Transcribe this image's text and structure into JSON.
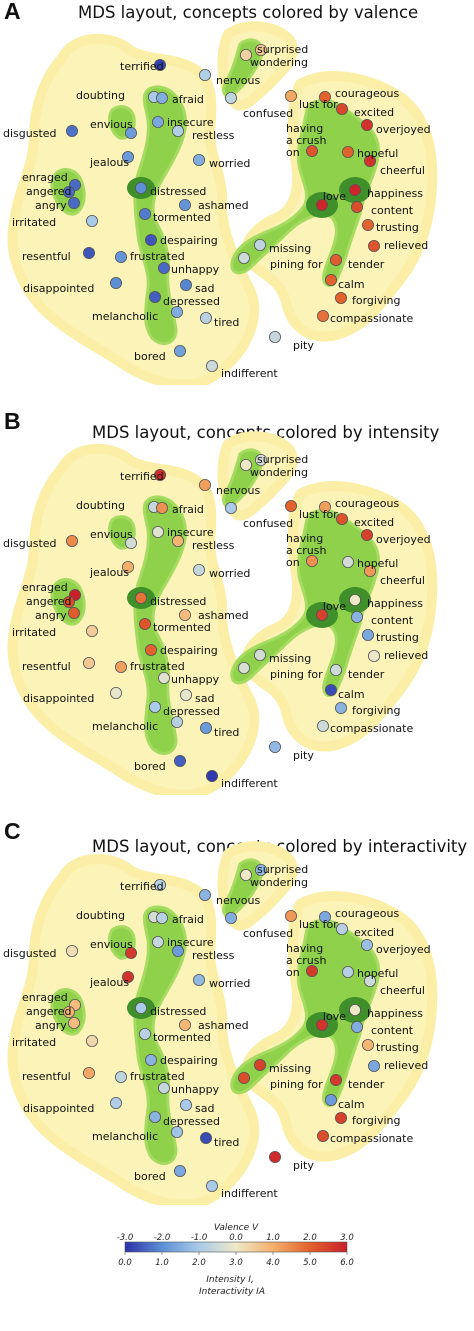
{
  "panels": [
    {
      "letter": "A",
      "title": "MDS layout, concepts colored by valence",
      "metric": "valence"
    },
    {
      "letter": "B",
      "title": "MDS layout, concepts colored by intensity",
      "metric": "intensity"
    },
    {
      "letter": "C",
      "title": "MDS layout, concepts colored by interactivity",
      "metric": "interactivity"
    }
  ],
  "colorbar": {
    "title": "Valence V",
    "top_ticks": [
      "-3.0",
      "-2.0",
      "-1.0",
      "0.0",
      "1.0",
      "2.0",
      "3.0"
    ],
    "bottom_ticks": [
      "0.0",
      "1.0",
      "2.0",
      "3.0",
      "4.0",
      "5.0",
      "6.0"
    ],
    "subtitle_1": "Intensity I,",
    "subtitle_2": "Interactivity IA",
    "colors": [
      "#2b2fa8",
      "#5b8fd6",
      "#a9cbe9",
      "#eee8c8",
      "#f4b06a",
      "#e2612d",
      "#c9202a"
    ]
  },
  "chart_data": [
    {
      "type": "scatter",
      "title": "MDS layout, concepts colored by valence",
      "color_scale": "Valence V, -3.0 to 3.0",
      "points": [
        {
          "label": "terrified",
          "value": -2.8
        },
        {
          "label": "surprised",
          "value": 0.4
        },
        {
          "label": "wondering",
          "value": 0.6
        },
        {
          "label": "nervous",
          "value": -0.9
        },
        {
          "label": "doubting",
          "value": -1.0
        },
        {
          "label": "afraid",
          "value": -1.5
        },
        {
          "label": "confused",
          "value": -0.7
        },
        {
          "label": "lust for",
          "value": 1.1
        },
        {
          "label": "courageous",
          "value": 2.0
        },
        {
          "label": "disgusted",
          "value": -2.3
        },
        {
          "label": "envious",
          "value": -1.8
        },
        {
          "label": "insecure",
          "value": -1.6
        },
        {
          "label": "restless",
          "value": -0.9
        },
        {
          "label": "having a crush on",
          "value": 2.2
        },
        {
          "label": "excited",
          "value": 2.4
        },
        {
          "label": "overjoyed",
          "value": 2.7
        },
        {
          "label": "jealous",
          "value": -1.8
        },
        {
          "label": "worried",
          "value": -1.5
        },
        {
          "label": "hopeful",
          "value": 2.0
        },
        {
          "label": "cheerful",
          "value": 2.7
        },
        {
          "label": "enraged",
          "value": -2.4
        },
        {
          "label": "angered",
          "value": -2.4
        },
        {
          "label": "angry",
          "value": -2.4
        },
        {
          "label": "irritated",
          "value": -1.0
        },
        {
          "label": "distressed",
          "value": -2.0
        },
        {
          "label": "ashamed",
          "value": -1.9
        },
        {
          "label": "tormented",
          "value": -2.2
        },
        {
          "label": "love",
          "value": 2.9
        },
        {
          "label": "happiness",
          "value": 2.9
        },
        {
          "label": "content",
          "value": 2.3
        },
        {
          "label": "trusting",
          "value": 2.0
        },
        {
          "label": "despairing",
          "value": -2.6
        },
        {
          "label": "frustrated",
          "value": -1.9
        },
        {
          "label": "unhappy",
          "value": -2.4
        },
        {
          "label": "missing",
          "value": -0.7
        },
        {
          "label": "pining for",
          "value": -0.5
        },
        {
          "label": "tender",
          "value": 2.1
        },
        {
          "label": "relieved",
          "value": 2.2
        },
        {
          "label": "resentful",
          "value": -2.6
        },
        {
          "label": "disappointed",
          "value": -2.0
        },
        {
          "label": "sad",
          "value": -2.1
        },
        {
          "label": "depressed",
          "value": -2.5
        },
        {
          "label": "calm",
          "value": 2.0
        },
        {
          "label": "forgiving",
          "value": 2.0
        },
        {
          "label": "compassionate",
          "value": 1.8
        },
        {
          "label": "melancholic",
          "value": -1.5
        },
        {
          "label": "tired",
          "value": -0.8
        },
        {
          "label": "pity",
          "value": -0.6
        },
        {
          "label": "bored",
          "value": -1.7
        },
        {
          "label": "indifferent",
          "value": -0.5
        }
      ]
    },
    {
      "type": "scatter",
      "title": "MDS layout, concepts colored by intensity",
      "color_scale": "Intensity I, 0.0 to 6.0",
      "points": [
        {
          "label": "terrified",
          "value": 5.8
        },
        {
          "label": "surprised",
          "value": 3.0
        },
        {
          "label": "wondering",
          "value": 2.6
        },
        {
          "label": "nervous",
          "value": 4.2
        },
        {
          "label": "doubting",
          "value": 2.4
        },
        {
          "label": "afraid",
          "value": 4.4
        },
        {
          "label": "confused",
          "value": 2.0
        },
        {
          "label": "lust for",
          "value": 5.0
        },
        {
          "label": "courageous",
          "value": 4.2
        },
        {
          "label": "disgusted",
          "value": 4.5
        },
        {
          "label": "envious",
          "value": 2.6
        },
        {
          "label": "insecure",
          "value": 2.8
        },
        {
          "label": "restless",
          "value": 3.9
        },
        {
          "label": "having a crush on",
          "value": 4.4
        },
        {
          "label": "excited",
          "value": 5.2
        },
        {
          "label": "overjoyed",
          "value": 5.5
        },
        {
          "label": "jealous",
          "value": 4.0
        },
        {
          "label": "worried",
          "value": 2.4
        },
        {
          "label": "hopeful",
          "value": 2.6
        },
        {
          "label": "cheerful",
          "value": 4.3
        },
        {
          "label": "enraged",
          "value": 6.0
        },
        {
          "label": "angered",
          "value": 5.3
        },
        {
          "label": "angry",
          "value": 5.1
        },
        {
          "label": "irritated",
          "value": 3.5
        },
        {
          "label": "distressed",
          "value": 4.8
        },
        {
          "label": "ashamed",
          "value": 3.8
        },
        {
          "label": "tormented",
          "value": 5.2
        },
        {
          "label": "love",
          "value": 5.5
        },
        {
          "label": "happiness",
          "value": 3.0
        },
        {
          "label": "content",
          "value": 1.6
        },
        {
          "label": "trusting",
          "value": 1.4
        },
        {
          "label": "despairing",
          "value": 5.0
        },
        {
          "label": "frustrated",
          "value": 4.2
        },
        {
          "label": "unhappy",
          "value": 2.8
        },
        {
          "label": "missing",
          "value": 2.6
        },
        {
          "label": "pining for",
          "value": 2.7
        },
        {
          "label": "tender",
          "value": 2.5
        },
        {
          "label": "relieved",
          "value": 3.0
        },
        {
          "label": "resentful",
          "value": 3.6
        },
        {
          "label": "disappointed",
          "value": 2.9
        },
        {
          "label": "sad",
          "value": 2.9
        },
        {
          "label": "depressed",
          "value": 2.0
        },
        {
          "label": "calm",
          "value": 0.3
        },
        {
          "label": "forgiving",
          "value": 1.6
        },
        {
          "label": "compassionate",
          "value": 2.5
        },
        {
          "label": "melancholic",
          "value": 2.2
        },
        {
          "label": "tired",
          "value": 1.2
        },
        {
          "label": "pity",
          "value": 1.7
        },
        {
          "label": "bored",
          "value": 0.5
        },
        {
          "label": "indifferent",
          "value": 0.1
        }
      ]
    },
    {
      "type": "scatter",
      "title": "MDS layout, concepts colored by interactivity",
      "color_scale": "Interactivity IA, 0.0 to 6.0",
      "points": [
        {
          "label": "terrified",
          "value": 2.2
        },
        {
          "label": "surprised",
          "value": 3.0
        },
        {
          "label": "wondering",
          "value": 1.7
        },
        {
          "label": "nervous",
          "value": 1.6
        },
        {
          "label": "doubting",
          "value": 2.6
        },
        {
          "label": "afraid",
          "value": 2.2
        },
        {
          "label": "confused",
          "value": 1.5
        },
        {
          "label": "lust for",
          "value": 4.3
        },
        {
          "label": "courageous",
          "value": 1.4
        },
        {
          "label": "disgusted",
          "value": 3.2
        },
        {
          "label": "envious",
          "value": 5.6
        },
        {
          "label": "insecure",
          "value": 2.4
        },
        {
          "label": "restless",
          "value": 1.2
        },
        {
          "label": "having a crush on",
          "value": 5.6
        },
        {
          "label": "excited",
          "value": 2.2
        },
        {
          "label": "overjoyed",
          "value": 1.8
        },
        {
          "label": "jealous",
          "value": 5.7
        },
        {
          "label": "worried",
          "value": 1.7
        },
        {
          "label": "hopeful",
          "value": 2.2
        },
        {
          "label": "cheerful",
          "value": 2.5
        },
        {
          "label": "enraged",
          "value": 3.8
        },
        {
          "label": "angered",
          "value": 3.9
        },
        {
          "label": "angry",
          "value": 3.8
        },
        {
          "label": "irritated",
          "value": 3.3
        },
        {
          "label": "distressed",
          "value": 2.0
        },
        {
          "label": "ashamed",
          "value": 3.9
        },
        {
          "label": "tormented",
          "value": 2.2
        },
        {
          "label": "love",
          "value": 5.7
        },
        {
          "label": "happiness",
          "value": 3.0
        },
        {
          "label": "content",
          "value": 1.5
        },
        {
          "label": "trusting",
          "value": 3.9
        },
        {
          "label": "despairing",
          "value": 1.6
        },
        {
          "label": "frustrated",
          "value": 2.3
        },
        {
          "label": "unhappy",
          "value": 2.4
        },
        {
          "label": "missing",
          "value": 5.5
        },
        {
          "label": "pining for",
          "value": 5.3
        },
        {
          "label": "tender",
          "value": 5.6
        },
        {
          "label": "relieved",
          "value": 1.4
        },
        {
          "label": "resentful",
          "value": 4.1
        },
        {
          "label": "disappointed",
          "value": 2.1
        },
        {
          "label": "sad",
          "value": 2.0
        },
        {
          "label": "depressed",
          "value": 1.6
        },
        {
          "label": "calm",
          "value": 1.2
        },
        {
          "label": "forgiving",
          "value": 5.5
        },
        {
          "label": "compassionate",
          "value": 5.3
        },
        {
          "label": "melancholic",
          "value": 1.9
        },
        {
          "label": "tired",
          "value": 0.3
        },
        {
          "label": "pity",
          "value": 5.8
        },
        {
          "label": "bored",
          "value": 1.4
        },
        {
          "label": "indifferent",
          "value": 2.0
        }
      ]
    }
  ]
}
